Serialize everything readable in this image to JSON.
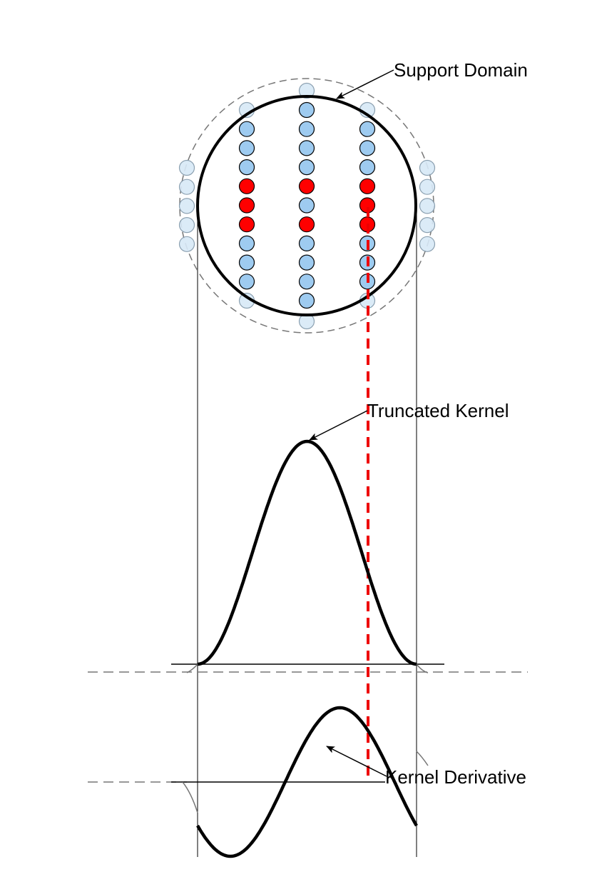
{
  "labels": {
    "support_domain": "Support Domain",
    "truncated_kernel": "Truncated Kernel",
    "kernel_derivative": "Kernel Derivative"
  },
  "colors": {
    "neighbor_fill": "#9ecbf0",
    "faded_fill": "#d8e9f7",
    "active_fill": "#ff0000",
    "outline": "#000000",
    "dashed_gray": "#777777",
    "marker_line": "#ee0000"
  },
  "particles": {
    "columns": [
      "left",
      "center",
      "right"
    ],
    "red_rows_by_column": {
      "left": [
        4,
        5,
        6
      ],
      "center": [
        4,
        6
      ],
      "right": [
        4,
        5,
        6
      ]
    }
  }
}
